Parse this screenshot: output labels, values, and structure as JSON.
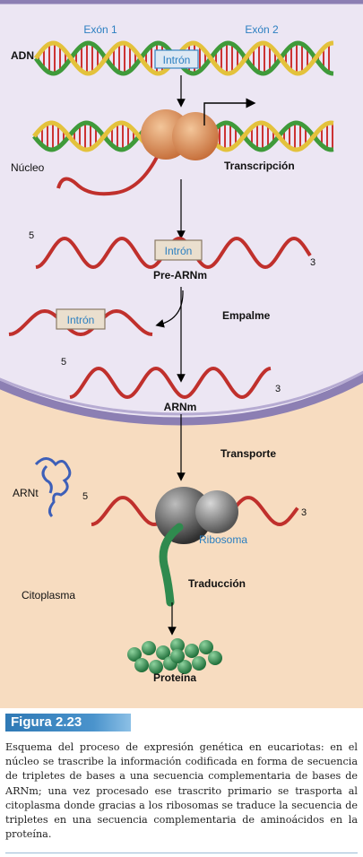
{
  "labels": {
    "exon1": "Exón 1",
    "exon2": "Exón 2",
    "adn": "ADN",
    "intron_dna": "Intrón",
    "nucleo": "Núcleo",
    "transcripcion": "Transcripción",
    "five_pre": "5",
    "three_pre": "3",
    "intron_pre": "Intrón",
    "pre_arnm": "Pre-ARNm",
    "intron_spliced": "Intrón",
    "empalme": "Empalme",
    "five_mrna": "5",
    "three_mrna": "3",
    "arnm": "ARNm",
    "transporte": "Transporte",
    "arnt": "ARNt",
    "five_ribo": "5",
    "three_ribo": "3",
    "ribosoma": "Ribosoma",
    "citoplasma": "Citoplasma",
    "traduccion": "Traducción",
    "proteina": "Proteína"
  },
  "caption": {
    "figure_label": "Figura 2.23",
    "text": "Esquema del proceso de expresión genética en eucariotas: en el núcleo se trascribe la información codificada en forma de secuencia de tripletes de bases a una secuencia complementaria de bases de ARNm; una vez procesado ese trascrito primario se trasporta al citoplasma donde gracias a los ribosomas se traduce la secuencia de tripletes en una secuencia complementaria de aminoácidos en la proteína."
  },
  "colors": {
    "nucleus": "#ece6f3",
    "envelope": "#8c7fb3",
    "cytoplasm": "#f7dcc0",
    "rna": "#c0302c",
    "dna_green": "#3f9a3a",
    "dna_yellow": "#e3c23c",
    "polymerase": "#d8864a",
    "ribosome": "#4a4a4a",
    "peptide": "#2f8a4e",
    "trna": "#3d5fb8",
    "label_blue": "#2b7fc1",
    "figure_tag": "#2f79b5"
  }
}
